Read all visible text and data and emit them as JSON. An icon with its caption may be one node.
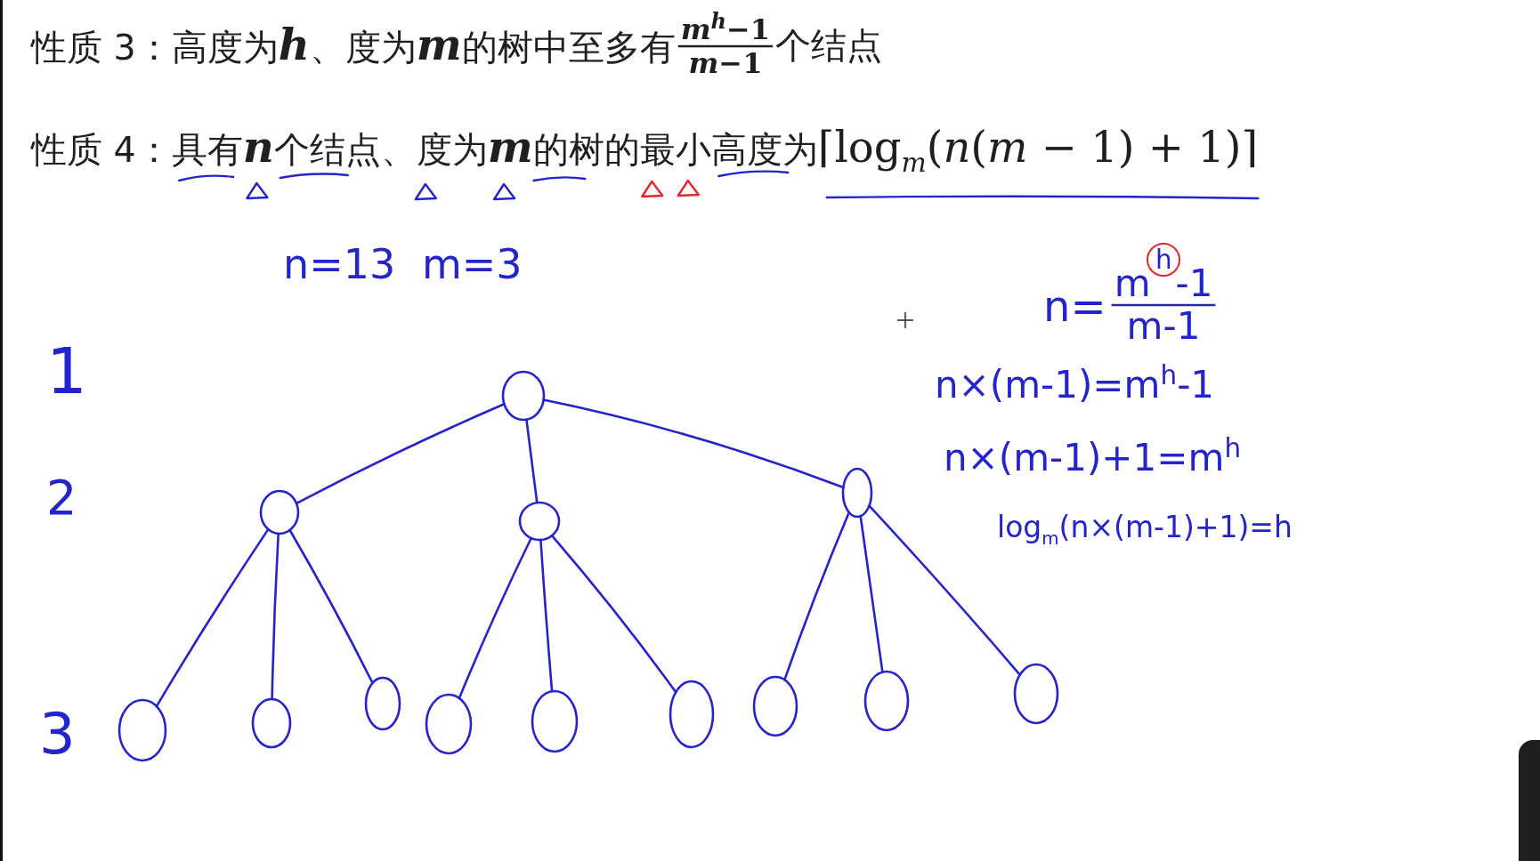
{
  "diagram": {
    "nodes": [
      {
        "text": [],
        "shape": "circle"
      },
      {
        "text": [],
        "shape": "circle"
      },
      {
        "text": [],
        "shape": "circle"
      },
      {
        "text": [],
        "shape": "circle"
      },
      {
        "text": [],
        "shape": "circle"
      },
      {
        "text": [],
        "shape": "circle"
      },
      {
        "text": [],
        "shape": "circle"
      },
      {
        "text": [],
        "shape": "circle"
      },
      {
        "text": [],
        "shape": "circle"
      },
      {
        "text": [],
        "shape": "circle"
      },
      {
        "text": [],
        "shape": "circle"
      },
      {
        "text": [],
        "shape": "circle"
      },
      {
        "text": [],
        "shape": "circle"
      }
    ],
    "edges": [
      {
        "from": 0,
        "to": 1,
        "arrow": "none"
      },
      {
        "from": 0,
        "to": 2,
        "arrow": "none"
      },
      {
        "from": 0,
        "to": 3,
        "arrow": "none"
      },
      {
        "from": 1,
        "to": 4,
        "arrow": "none"
      },
      {
        "from": 1,
        "to": 5,
        "arrow": "none"
      },
      {
        "from": 1,
        "to": 6,
        "arrow": "none"
      },
      {
        "from": 2,
        "to": 7,
        "arrow": "none"
      },
      {
        "from": 2,
        "to": 8,
        "arrow": "none"
      },
      {
        "from": 2,
        "to": 9,
        "arrow": "none"
      },
      {
        "from": 3,
        "to": 10,
        "arrow": "none"
      },
      {
        "from": 3,
        "to": 11,
        "arrow": "none"
      },
      {
        "from": 3,
        "to": 12,
        "arrow": "none"
      }
    ],
    "labels": [
      "性质 3：高度为h、度为m的树中至多有",
      "*m*$^{h}$−1",
      "*m*−1",
      "个结点",
      "性质 4：具有n个结点、度为m的树的最小高度为",
      "⌈log$_{m}$(*n*(*m* − 1) + 1)⌉",
      "n=13",
      "m=3",
      "n=",
      "m$^{h}$-1",
      "m-1",
      "n×(m-1)=m$^{h}$-1",
      "n×(m-1)+1=m$^{h}$",
      "log$_{m}$(n×(m-1)+1)=h",
      "1",
      "2",
      "3"
    ]
  }
}
